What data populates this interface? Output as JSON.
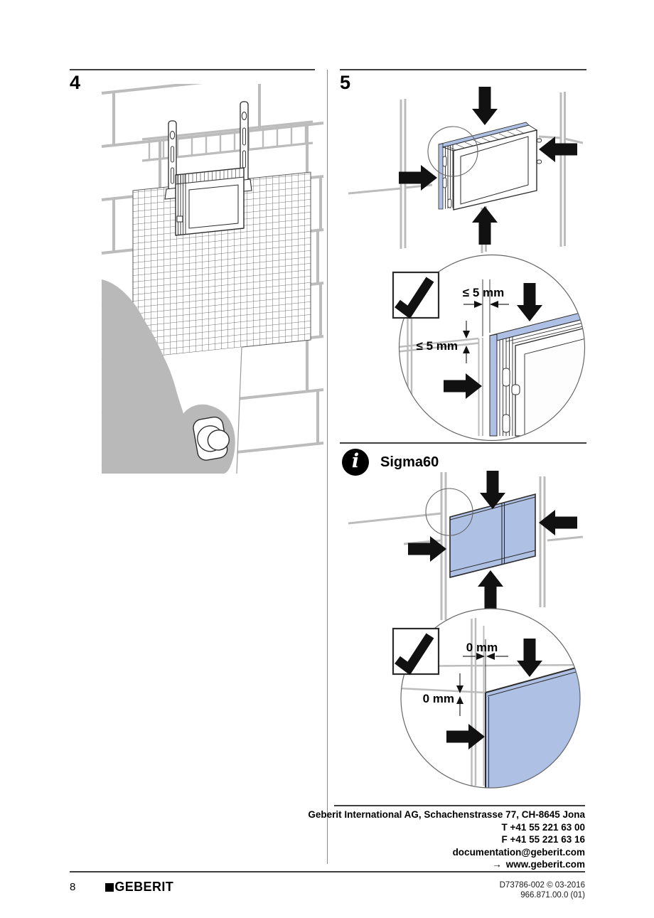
{
  "page": {
    "number": "8",
    "brand": "GEBERIT",
    "doc_id": "D73786-002 © 03-2016",
    "doc_version": "966.871.00.0 (01)"
  },
  "steps": {
    "step4": "4",
    "step5": "5"
  },
  "info": {
    "label": "Sigma60"
  },
  "dims": {
    "five_top": "≤ 5 mm",
    "five_side": "≤ 5 mm",
    "zero_top": "0 mm",
    "zero_side": "0 mm"
  },
  "contact": {
    "address": "Geberit International AG, Schachenstrasse 77, CH-8645 Jona",
    "phone": "T +41 55 221 63 00",
    "fax": "F +41 55 221 63 16",
    "email": "documentation@geberit.com",
    "web_arrow": "→",
    "website": "www.geberit.com"
  },
  "icons": {
    "info": "i"
  },
  "colors": {
    "accent_blue": "#aec0e4",
    "tile_gray": "#bcbcbc",
    "plaster_gray": "#b9b9b9",
    "ink": "#1c1c1c"
  }
}
